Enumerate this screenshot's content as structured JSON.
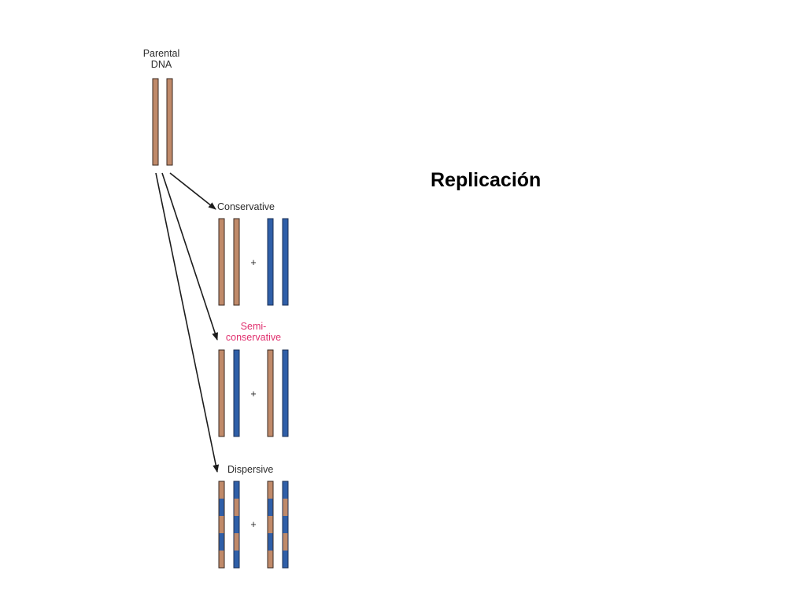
{
  "slide": {
    "title": "Replicación"
  },
  "diagram": {
    "parental": {
      "label_line1": "Parental",
      "label_line2": "DNA"
    },
    "models": [
      {
        "id": "conservative",
        "label_line1": "Conservative",
        "label_line2": "",
        "plus": "+"
      },
      {
        "id": "semiconservative",
        "label_line1": "Semi-",
        "label_line2": "conservative",
        "plus": "+"
      },
      {
        "id": "dispersive",
        "label_line1": "Dispersive",
        "label_line2": "",
        "plus": "+"
      }
    ],
    "colors": {
      "parental_strand": "#c08a6a",
      "new_strand": "#2f5fa8",
      "strand_outline": "#3a2a22",
      "arrow": "#1c1c1c",
      "highlight_label": "#e0306e",
      "label": "#2b2b2b"
    }
  }
}
